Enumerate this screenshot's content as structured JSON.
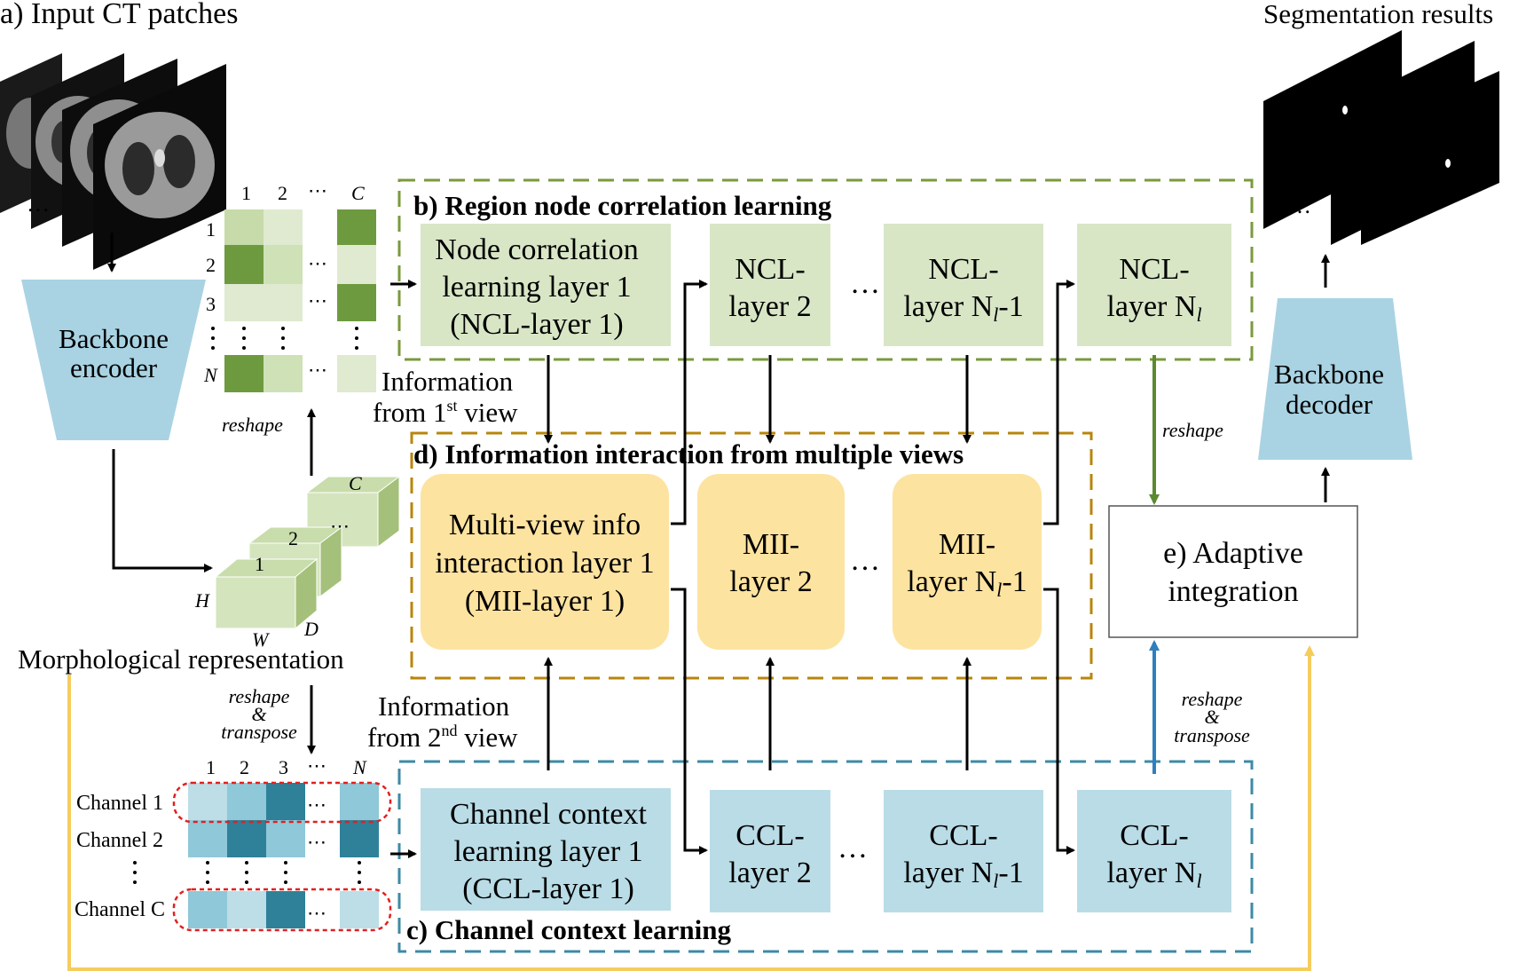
{
  "labels": {
    "input_title": "a) Input CT patches",
    "output_title": "Segmentation results",
    "encoder": [
      "Backbone",
      "encoder"
    ],
    "decoder": [
      "Backbone",
      "decoder"
    ],
    "ellipsis": "…",
    "dots": "⋯",
    "reshape": "reshape",
    "reshape_transpose": [
      "reshape",
      "&",
      "transpose"
    ],
    "morph": "Morphological representation",
    "cube_labels": {
      "c": "C",
      "two": "2",
      "one": "1",
      "h": "H",
      "w": "W",
      "d": "D"
    },
    "info1": [
      "Information",
      "from 1",
      "st",
      " view"
    ],
    "info2": [
      "Information",
      "from 2",
      "nd",
      " view"
    ],
    "matrix_top": {
      "cols": [
        "1",
        "2",
        "C"
      ],
      "rows": [
        "1",
        "2",
        "3",
        "N"
      ]
    },
    "matrix_bottom": {
      "cols": [
        "1",
        "2",
        "3",
        "N"
      ],
      "rows": [
        "Channel 1",
        "Channel 2",
        "Channel C"
      ]
    },
    "b_title": "b) Region node correlation learning",
    "d_title": "d) Information interaction from multiple views",
    "c_title": "c) Channel context learning",
    "ncl1": [
      "Node correlation",
      "learning layer 1",
      "(NCL-layer 1)"
    ],
    "ncl2": [
      "NCL-",
      "layer 2"
    ],
    "ncl3": [
      "NCL-",
      "layer N",
      "l",
      "-1"
    ],
    "ncl4": [
      "NCL-",
      "layer N",
      "l"
    ],
    "mii1": [
      "Multi-view info",
      "interaction layer 1",
      "(MII-layer 1)"
    ],
    "mii2": [
      "MII-",
      "layer 2"
    ],
    "mii3": [
      "MII-",
      "layer N",
      "l",
      "-1"
    ],
    "ccl1": [
      "Channel context",
      "learning layer 1",
      "(CCL-layer 1)"
    ],
    "ccl2": [
      "CCL-",
      "layer 2"
    ],
    "ccl3": [
      "CCL-",
      "layer N",
      "l",
      "-1"
    ],
    "ccl4": [
      "CCL-",
      "layer N",
      "l"
    ],
    "adaptive": [
      "e) Adaptive",
      "integration"
    ]
  },
  "colors": {
    "green_box": "#d8e6c6",
    "green_dark": "#6e9a3f",
    "green_border": "#7a9a3c",
    "yellow_box": "#fde3a0",
    "yellow_border": "#b8860b",
    "blue_box": "#b9dce6",
    "blue_dark": "#2e8199",
    "blue_border": "#3d8aa6",
    "trapezoid": "#a9d3e3",
    "arrow_yellow": "#f5cd5e",
    "arrow_blue": "#2f7fbf",
    "arrow_green": "#5b8a30",
    "red_dash": "#e02020"
  }
}
